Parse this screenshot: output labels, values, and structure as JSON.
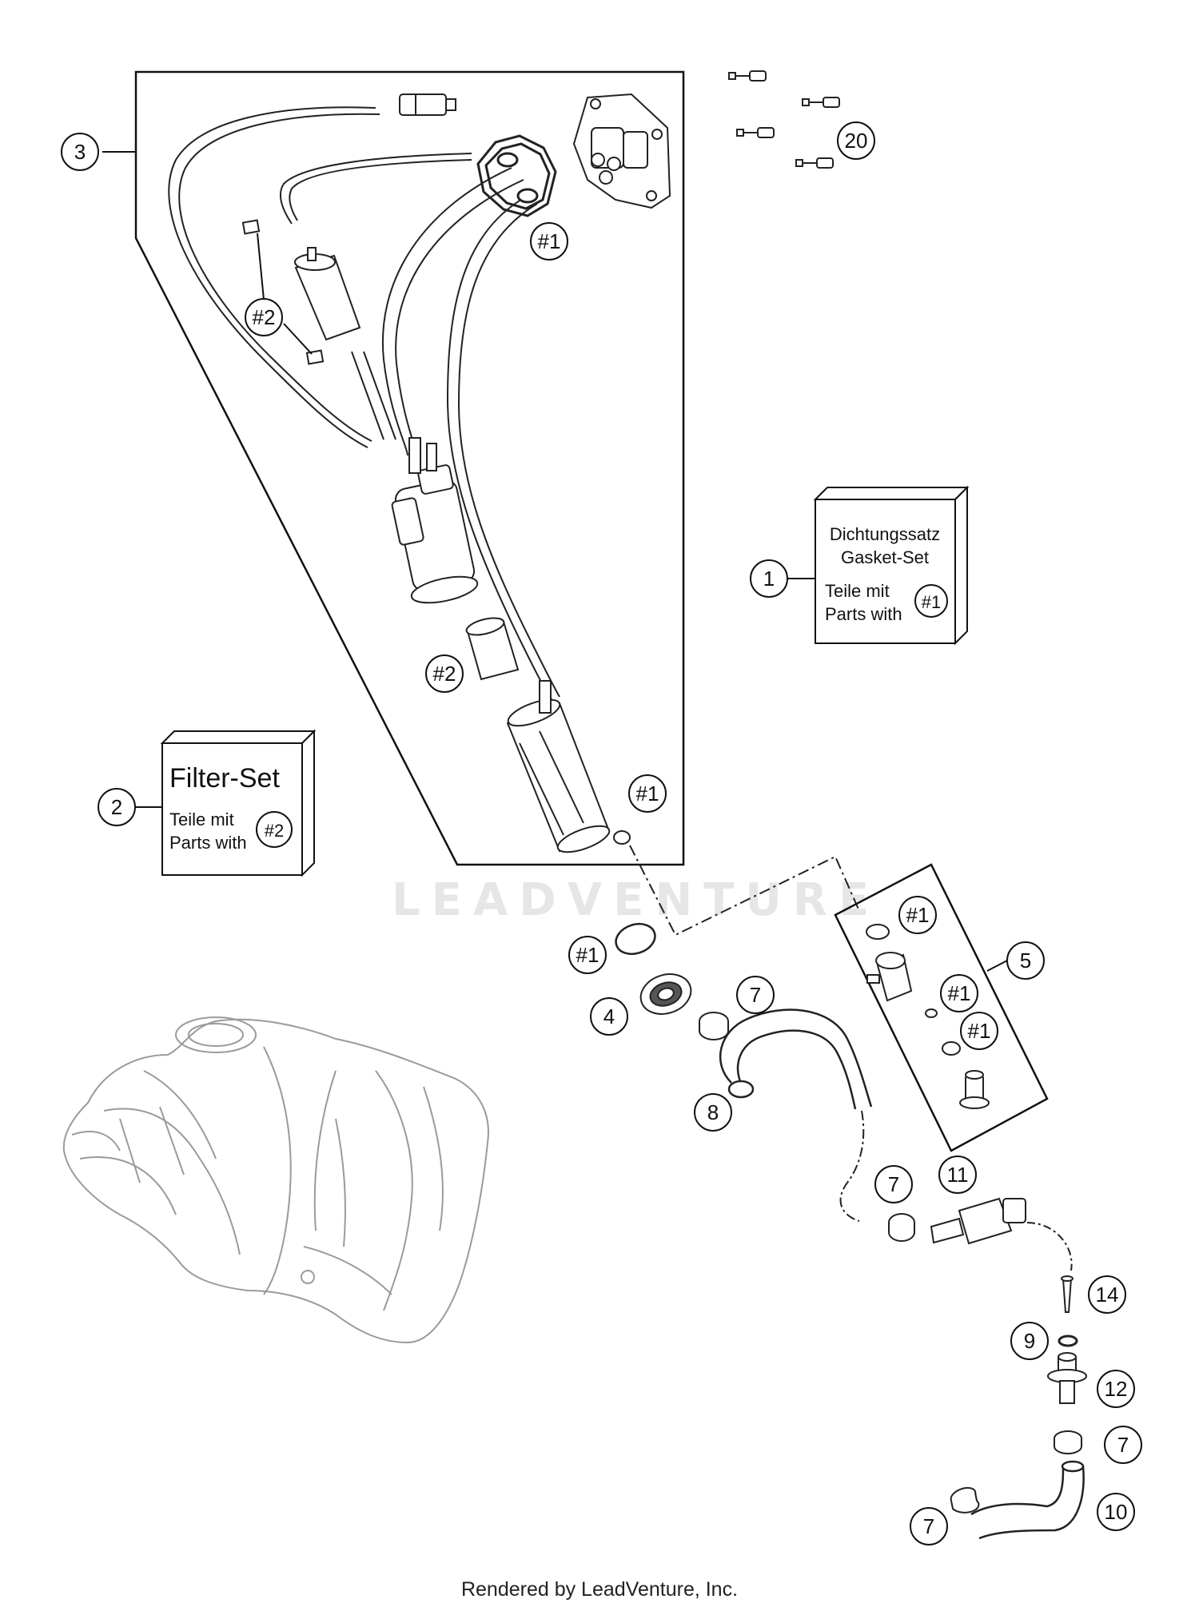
{
  "diagram": {
    "watermark": "LEADVENTURE",
    "footer": "Rendered by LeadVenture, Inc.",
    "kits": [
      {
        "id": "1",
        "line1": "Dichtungssatz",
        "line2": "Gasket-Set",
        "teile": "Teile mit",
        "parts": "Parts with",
        "ref": "#1"
      },
      {
        "id": "2",
        "title": "Filter-Set",
        "teile": "Teile mit",
        "parts": "Parts with",
        "ref": "#2"
      }
    ],
    "callouts": [
      "#1",
      "#2",
      "1",
      "2",
      "3",
      "4",
      "5",
      "7",
      "8",
      "9",
      "10",
      "11",
      "12",
      "14",
      "20"
    ]
  }
}
